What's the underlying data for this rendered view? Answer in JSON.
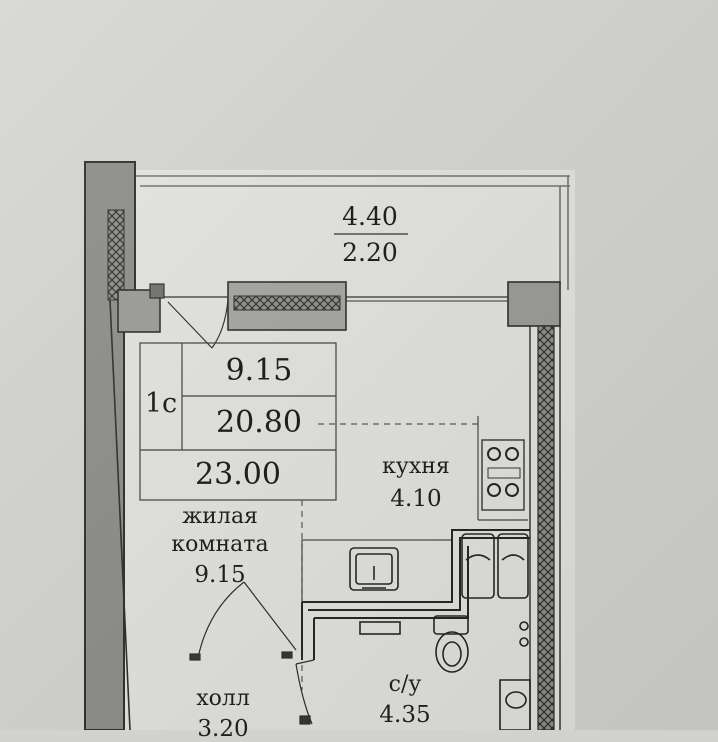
{
  "balcony": {
    "area_total": "4.40",
    "area_reduced": "2.20"
  },
  "summary": {
    "room_code": "1с",
    "living_area": "9.15",
    "main_area": "20.80",
    "total_area": "23.00"
  },
  "rooms": {
    "kitchen": {
      "name": "кухня",
      "area": "4.10"
    },
    "living": {
      "name_line1": "жилая",
      "name_line2": "комната",
      "area": "9.15"
    },
    "hall": {
      "name": "холл",
      "area": "3.20"
    },
    "bathroom": {
      "name": "с/у",
      "area": "4.35"
    }
  },
  "colors": {
    "paper": "#e6e6e2",
    "wall": "#8a8a86",
    "line": "#3a3a3a"
  }
}
